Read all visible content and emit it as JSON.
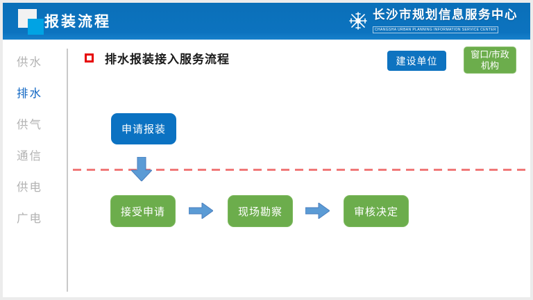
{
  "header": {
    "title": "报装流程",
    "org_name_cn": "长沙市规划信息服务中心",
    "org_name_en": "CHANGSHA URBAN PLANNING INFORMATION SERVICE CENTER"
  },
  "sidebar": {
    "items": [
      {
        "label": "供水",
        "active": false
      },
      {
        "label": "排水",
        "active": true
      },
      {
        "label": "供气",
        "active": false
      },
      {
        "label": "通信",
        "active": false
      },
      {
        "label": "供电",
        "active": false
      },
      {
        "label": "广电",
        "active": false
      }
    ]
  },
  "main": {
    "section_title": "排水报装接入服务流程",
    "legend": {
      "construction_unit": "建设单位",
      "window_agency_line1": "窗口/市政",
      "window_agency_line2": "机构"
    },
    "flow": {
      "apply": "申请报装",
      "steps": [
        "接受申请",
        "现场勘察",
        "审核决定"
      ]
    }
  },
  "colors": {
    "header_blue": "#0b71bb",
    "accent_blue": "#0e73c0",
    "node_green": "#6cad4c",
    "arrow_blue": "#5b9bd5",
    "dashed_red": "#f07878",
    "nav_active": "#1268c4",
    "nav_inactive": "#b3b3b3",
    "logo_light_blue": "#00a3e4",
    "bullet_red": "#e60000"
  }
}
